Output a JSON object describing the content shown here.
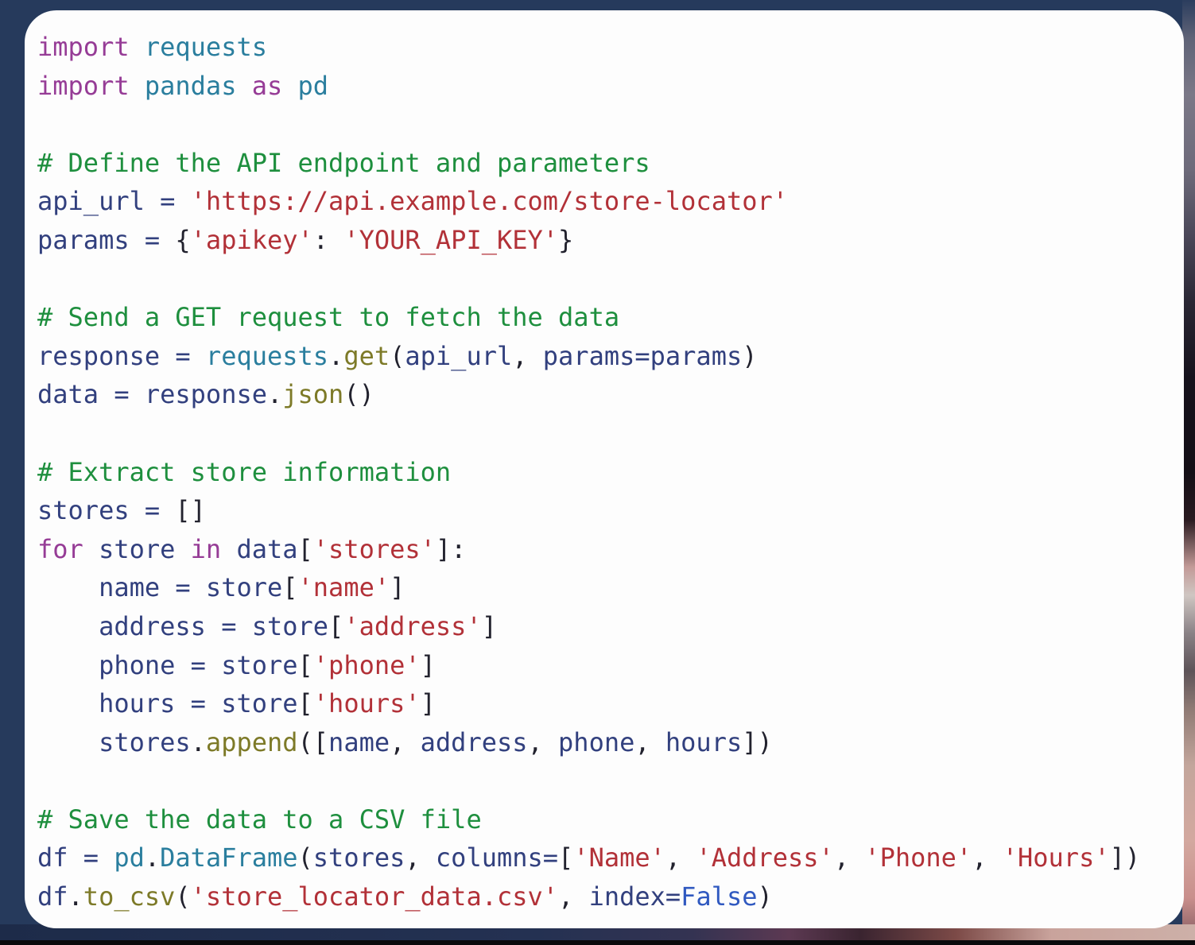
{
  "window": {
    "kind": "code-snippet-card",
    "language": "python"
  },
  "theme": {
    "frame_navy": "#263a5c",
    "card_background": "#fdfdfd",
    "bottom_line_black": "#0a0a0c",
    "right_strip_hint": "blurred photo gradient"
  },
  "syntax_colors": {
    "kw": "#963c96",
    "mod": "#2a7e9e",
    "com": "#1e8f3e",
    "str": "#b23138",
    "id": "#32407e",
    "op": "#32407e",
    "fn": "#7d7a28",
    "const": "#3059c0",
    "pun": "#22222e",
    "plain": "#22222e"
  },
  "code": {
    "language": "python",
    "lines": [
      [
        {
          "t": "import",
          "c": "kw"
        },
        {
          "t": " ",
          "c": "plain"
        },
        {
          "t": "requests",
          "c": "mod"
        }
      ],
      [
        {
          "t": "import",
          "c": "kw"
        },
        {
          "t": " ",
          "c": "plain"
        },
        {
          "t": "pandas",
          "c": "mod"
        },
        {
          "t": " ",
          "c": "plain"
        },
        {
          "t": "as",
          "c": "kw"
        },
        {
          "t": " ",
          "c": "plain"
        },
        {
          "t": "pd",
          "c": "mod"
        }
      ],
      [],
      [
        {
          "t": "# Define the API endpoint and parameters",
          "c": "com"
        }
      ],
      [
        {
          "t": "api_url",
          "c": "id"
        },
        {
          "t": " = ",
          "c": "op"
        },
        {
          "t": "'https://api.example.com/store-locator'",
          "c": "str"
        }
      ],
      [
        {
          "t": "params",
          "c": "id"
        },
        {
          "t": " = ",
          "c": "op"
        },
        {
          "t": "{",
          "c": "pun"
        },
        {
          "t": "'apikey'",
          "c": "str"
        },
        {
          "t": ": ",
          "c": "pun"
        },
        {
          "t": "'YOUR_API_KEY'",
          "c": "str"
        },
        {
          "t": "}",
          "c": "pun"
        }
      ],
      [],
      [
        {
          "t": "# Send a GET request to fetch the data",
          "c": "com"
        }
      ],
      [
        {
          "t": "response",
          "c": "id"
        },
        {
          "t": " = ",
          "c": "op"
        },
        {
          "t": "requests",
          "c": "mod"
        },
        {
          "t": ".",
          "c": "pun"
        },
        {
          "t": "get",
          "c": "fn"
        },
        {
          "t": "(",
          "c": "pun"
        },
        {
          "t": "api_url",
          "c": "id"
        },
        {
          "t": ", ",
          "c": "pun"
        },
        {
          "t": "params",
          "c": "id"
        },
        {
          "t": "=",
          "c": "op"
        },
        {
          "t": "params",
          "c": "id"
        },
        {
          "t": ")",
          "c": "pun"
        }
      ],
      [
        {
          "t": "data",
          "c": "id"
        },
        {
          "t": " = ",
          "c": "op"
        },
        {
          "t": "response",
          "c": "id"
        },
        {
          "t": ".",
          "c": "pun"
        },
        {
          "t": "json",
          "c": "fn"
        },
        {
          "t": "()",
          "c": "pun"
        }
      ],
      [],
      [
        {
          "t": "# Extract store information",
          "c": "com"
        }
      ],
      [
        {
          "t": "stores",
          "c": "id"
        },
        {
          "t": " = ",
          "c": "op"
        },
        {
          "t": "[]",
          "c": "pun"
        }
      ],
      [
        {
          "t": "for",
          "c": "kw"
        },
        {
          "t": " ",
          "c": "plain"
        },
        {
          "t": "store",
          "c": "id"
        },
        {
          "t": " ",
          "c": "plain"
        },
        {
          "t": "in",
          "c": "kw"
        },
        {
          "t": " ",
          "c": "plain"
        },
        {
          "t": "data",
          "c": "id"
        },
        {
          "t": "[",
          "c": "pun"
        },
        {
          "t": "'stores'",
          "c": "str"
        },
        {
          "t": "]:",
          "c": "pun"
        }
      ],
      [
        {
          "t": "    ",
          "c": "plain"
        },
        {
          "t": "name",
          "c": "id"
        },
        {
          "t": " = ",
          "c": "op"
        },
        {
          "t": "store",
          "c": "id"
        },
        {
          "t": "[",
          "c": "pun"
        },
        {
          "t": "'name'",
          "c": "str"
        },
        {
          "t": "]",
          "c": "pun"
        }
      ],
      [
        {
          "t": "    ",
          "c": "plain"
        },
        {
          "t": "address",
          "c": "id"
        },
        {
          "t": " = ",
          "c": "op"
        },
        {
          "t": "store",
          "c": "id"
        },
        {
          "t": "[",
          "c": "pun"
        },
        {
          "t": "'address'",
          "c": "str"
        },
        {
          "t": "]",
          "c": "pun"
        }
      ],
      [
        {
          "t": "    ",
          "c": "plain"
        },
        {
          "t": "phone",
          "c": "id"
        },
        {
          "t": " = ",
          "c": "op"
        },
        {
          "t": "store",
          "c": "id"
        },
        {
          "t": "[",
          "c": "pun"
        },
        {
          "t": "'phone'",
          "c": "str"
        },
        {
          "t": "]",
          "c": "pun"
        }
      ],
      [
        {
          "t": "    ",
          "c": "plain"
        },
        {
          "t": "hours",
          "c": "id"
        },
        {
          "t": " = ",
          "c": "op"
        },
        {
          "t": "store",
          "c": "id"
        },
        {
          "t": "[",
          "c": "pun"
        },
        {
          "t": "'hours'",
          "c": "str"
        },
        {
          "t": "]",
          "c": "pun"
        }
      ],
      [
        {
          "t": "    ",
          "c": "plain"
        },
        {
          "t": "stores",
          "c": "id"
        },
        {
          "t": ".",
          "c": "pun"
        },
        {
          "t": "append",
          "c": "fn"
        },
        {
          "t": "([",
          "c": "pun"
        },
        {
          "t": "name",
          "c": "id"
        },
        {
          "t": ", ",
          "c": "pun"
        },
        {
          "t": "address",
          "c": "id"
        },
        {
          "t": ", ",
          "c": "pun"
        },
        {
          "t": "phone",
          "c": "id"
        },
        {
          "t": ", ",
          "c": "pun"
        },
        {
          "t": "hours",
          "c": "id"
        },
        {
          "t": "])",
          "c": "pun"
        }
      ],
      [],
      [
        {
          "t": "# Save the data to a CSV file",
          "c": "com"
        }
      ],
      [
        {
          "t": "df",
          "c": "id"
        },
        {
          "t": " = ",
          "c": "op"
        },
        {
          "t": "pd",
          "c": "mod"
        },
        {
          "t": ".",
          "c": "pun"
        },
        {
          "t": "DataFrame",
          "c": "mod"
        },
        {
          "t": "(",
          "c": "pun"
        },
        {
          "t": "stores",
          "c": "id"
        },
        {
          "t": ", ",
          "c": "pun"
        },
        {
          "t": "columns",
          "c": "id"
        },
        {
          "t": "=",
          "c": "op"
        },
        {
          "t": "[",
          "c": "pun"
        },
        {
          "t": "'Name'",
          "c": "str"
        },
        {
          "t": ", ",
          "c": "pun"
        },
        {
          "t": "'Address'",
          "c": "str"
        },
        {
          "t": ", ",
          "c": "pun"
        },
        {
          "t": "'Phone'",
          "c": "str"
        },
        {
          "t": ", ",
          "c": "pun"
        },
        {
          "t": "'Hours'",
          "c": "str"
        },
        {
          "t": "])",
          "c": "pun"
        }
      ],
      [
        {
          "t": "df",
          "c": "id"
        },
        {
          "t": ".",
          "c": "pun"
        },
        {
          "t": "to_csv",
          "c": "fn"
        },
        {
          "t": "(",
          "c": "pun"
        },
        {
          "t": "'store_locator_data.csv'",
          "c": "str"
        },
        {
          "t": ", ",
          "c": "pun"
        },
        {
          "t": "index",
          "c": "id"
        },
        {
          "t": "=",
          "c": "op"
        },
        {
          "t": "False",
          "c": "const"
        },
        {
          "t": ")",
          "c": "pun"
        }
      ]
    ]
  }
}
